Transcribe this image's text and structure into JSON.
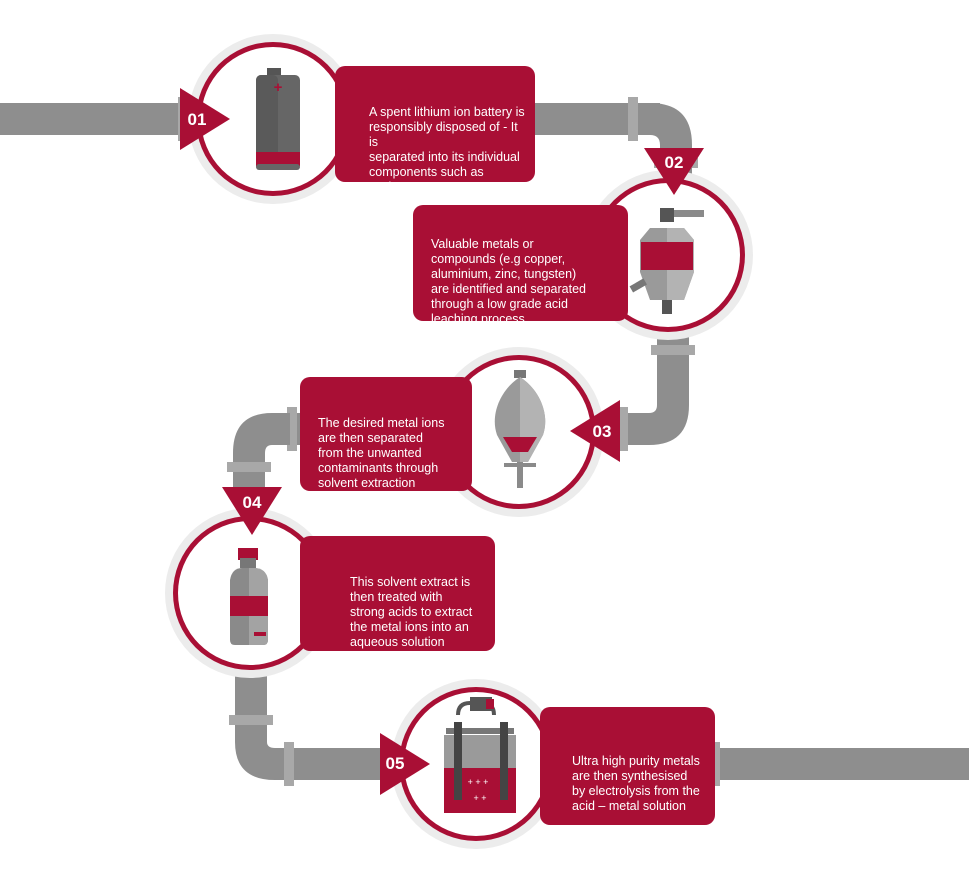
{
  "colors": {
    "accent": "#a90f35",
    "pipe": "#8a8a8a",
    "pipe_light": "#a3a3a3",
    "ring": "#e9e9e9"
  },
  "steps": [
    {
      "number": "01",
      "icon": "battery-icon",
      "text": "A spent lithium ion battery is\nresponsibly disposed of - It is\nseparated into its individual\ncomponents such as casing,\nelectrolyte, anode, cathode etc"
    },
    {
      "number": "02",
      "icon": "leaching-tank-icon",
      "text": "Valuable metals or\ncompounds (e.g copper,\naluminium, zinc, tungsten)\nare identified and separated\nthrough a low grade acid\nleaching process"
    },
    {
      "number": "03",
      "icon": "separatory-funnel-icon",
      "text": "The desired metal ions\nare then separated\nfrom the unwanted\ncontaminants through\nsolvent extraction"
    },
    {
      "number": "04",
      "icon": "acid-bottle-icon",
      "text": "This solvent extract is\nthen treated with\nstrong acids to extract\nthe metal ions into an\naqueous solution"
    },
    {
      "number": "05",
      "icon": "electrolysis-cell-icon",
      "text": "Ultra high purity metals\nare then synthesised\nby electrolysis from the\nacid – metal solution"
    }
  ]
}
